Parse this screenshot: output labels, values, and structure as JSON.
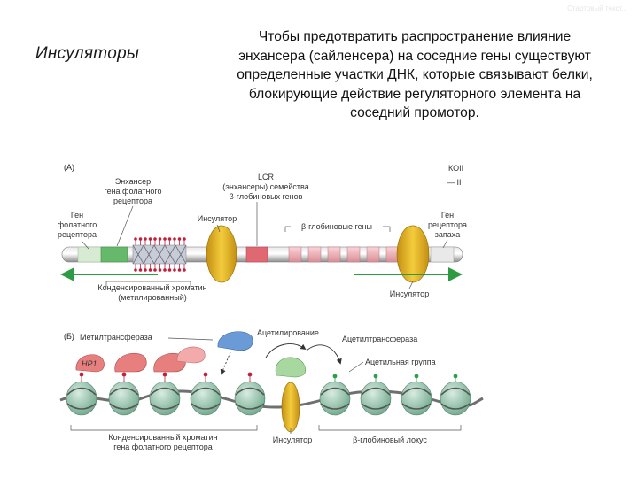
{
  "watermark": "Стартовый текст...",
  "slide": {
    "title": "Инсуляторы",
    "body": "Чтобы предотвратить распространение влияние энхансера (сайленсера) на соседние гены существуют определенные участки ДНК, которые связывают белки, блокирующие действие регуляторного элемента на соседний промотор."
  },
  "figure_a": {
    "panel_label": "(А)",
    "gene_folate_receptor": [
      "Ген",
      "фолатного",
      "рецептора"
    ],
    "enhancer_label": [
      "Энхансер",
      "гена фолатного",
      "рецептора"
    ],
    "lcr_label": [
      "LCR",
      "(энхансеры) семейства",
      "β-глобиновых генов"
    ],
    "insulator_left": "Инсулятор",
    "globin_genes": "β-глобиновые гены",
    "gene_odor_receptor": [
      "Ген",
      "рецептора",
      "запаха"
    ],
    "corner_text": [
      "КОII",
      "— II"
    ],
    "chromatin_label": [
      "Конденсированный хроматин",
      "(метилированный)"
    ],
    "insulator_right": "Инсулятор"
  },
  "figure_b": {
    "panel_label": "(Б)",
    "methyltransferase": "Метилтрансфераза",
    "acetylation": "Ацетилирование",
    "acetyltransferase": "Ацетилтрансфераза",
    "hp1": "HP1",
    "acetyl_group": "Ацетильная группа",
    "chromatin_label": [
      "Конденсированный хроматин",
      "гена фолатного рецептора"
    ],
    "insulator": "Инсулятор",
    "globin_locus": "β-глобиновый локус"
  },
  "colors": {
    "insulator": "#e8b820",
    "hp1": "#e87f7f",
    "acetyltransferase": "#6a9bd6",
    "nucleosome": "#9ec9b3",
    "globin_gene": "#f2b8bd",
    "lcr": "#e06872",
    "enhancer": "#66b86a",
    "methyl_dot": "#c0203a",
    "acetyl_dot": "#2ea04a",
    "arrow_green": "#2e9a44"
  }
}
